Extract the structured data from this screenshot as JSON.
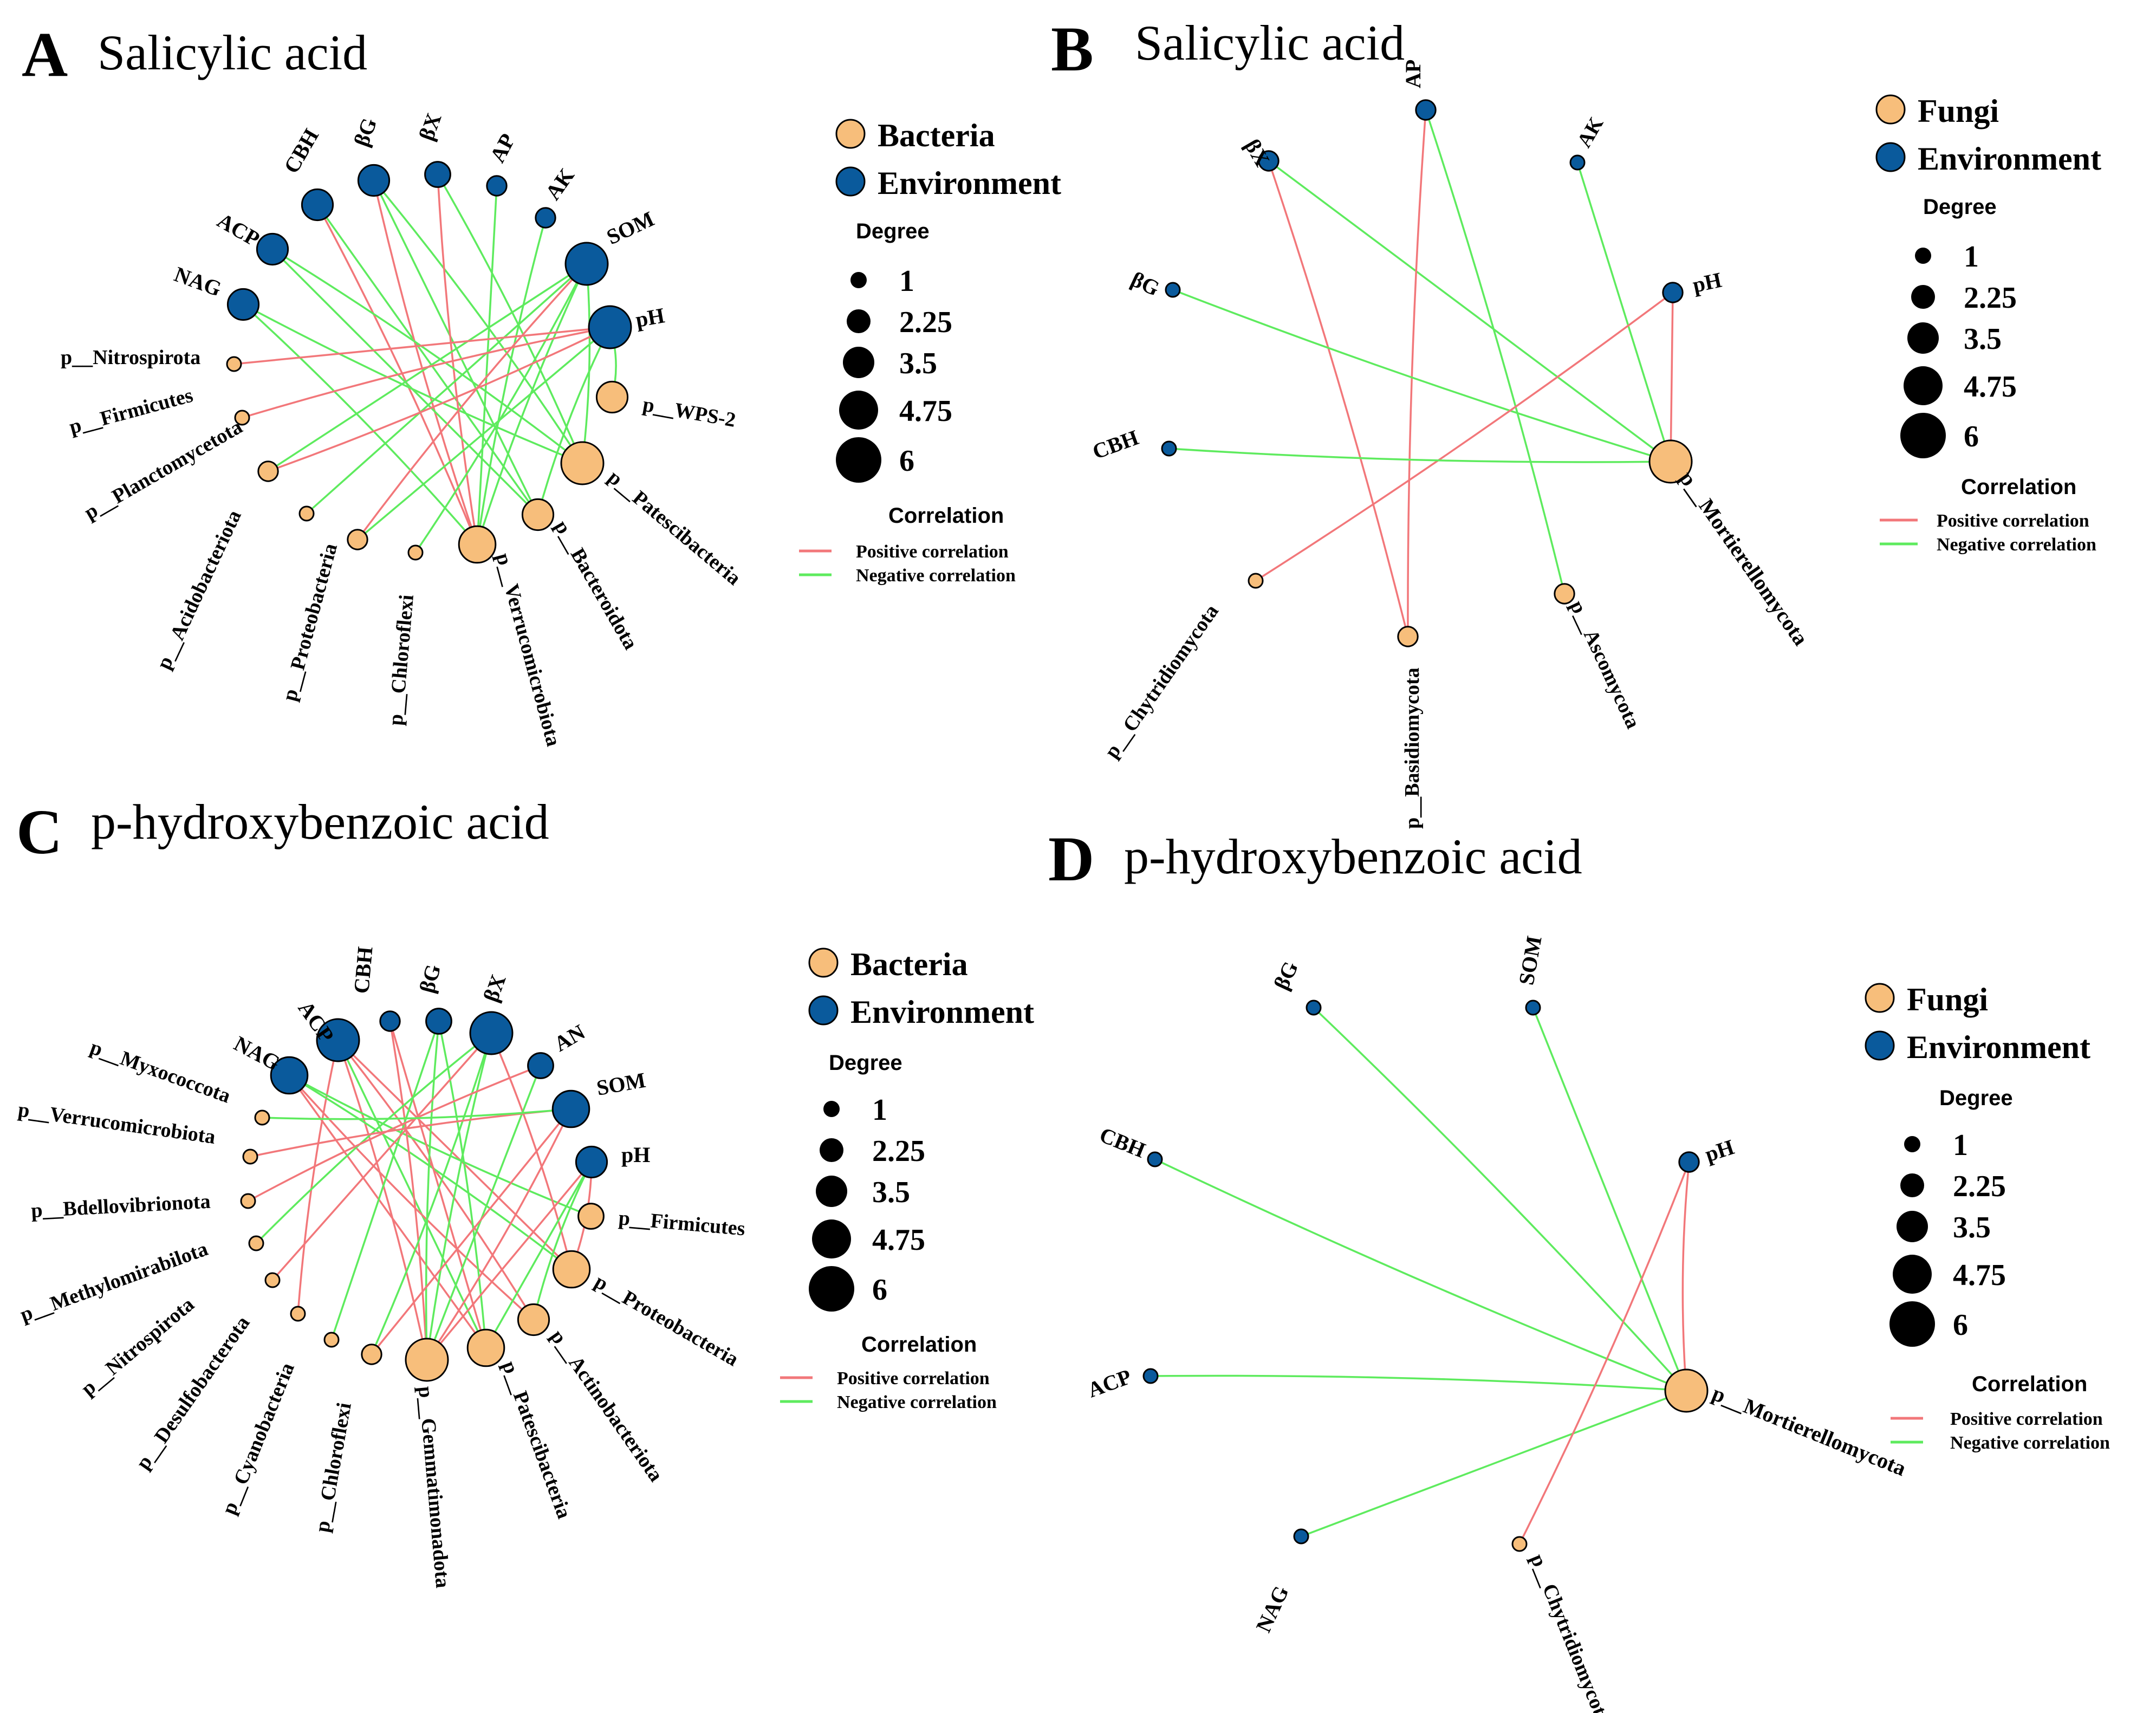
{
  "colors": {
    "bacteria": "#F7BE7B",
    "environment": "#0A5A9C",
    "positive": "#F2777A",
    "negative": "#5EEB5E",
    "degree_dot": "#000000"
  },
  "panels": [
    {
      "letter": "A",
      "title": "Salicylic acid",
      "legend": {
        "group1": "Bacteria",
        "group2": "Environment",
        "degree_title": "Degree",
        "degree_values": [
          "1",
          "2.25",
          "3.5",
          "4.75",
          "6"
        ],
        "correlation_title": "Correlation",
        "positive": "Positive correlation",
        "negative": "Negative correlation"
      },
      "nodes": [
        {
          "id": "CBH",
          "label": "CBH",
          "type": "env",
          "degree": 4
        },
        {
          "id": "bG",
          "label": "βG",
          "type": "env",
          "degree": 4
        },
        {
          "id": "bX",
          "label": "βX",
          "type": "env",
          "degree": 3
        },
        {
          "id": "AP",
          "label": "AP",
          "type": "env",
          "degree": 2
        },
        {
          "id": "AK",
          "label": "AK",
          "type": "env",
          "degree": 2
        },
        {
          "id": "SOM",
          "label": "SOM",
          "type": "env",
          "degree": 6
        },
        {
          "id": "pH",
          "label": "pH",
          "type": "env",
          "degree": 6
        },
        {
          "id": "ACP",
          "label": "ACP",
          "type": "env",
          "degree": 4
        },
        {
          "id": "NAG",
          "label": "NAG",
          "type": "env",
          "degree": 4
        },
        {
          "id": "Nitro",
          "label": "p__Nitrospirota",
          "type": "bac",
          "degree": 1
        },
        {
          "id": "Firm",
          "label": "p__Firmicutes",
          "type": "bac",
          "degree": 1
        },
        {
          "id": "Planc",
          "label": "p__Planctomycetota",
          "type": "bac",
          "degree": 2
        },
        {
          "id": "Acido",
          "label": "p__Acidobacteriota",
          "type": "bac",
          "degree": 1
        },
        {
          "id": "Proteo",
          "label": "p__Proteobacteria",
          "type": "bac",
          "degree": 2
        },
        {
          "id": "Chloro",
          "label": "p__Chloroflexi",
          "type": "bac",
          "degree": 1
        },
        {
          "id": "Verru",
          "label": "p__Verrucomicrobiota",
          "type": "bac",
          "degree": 5
        },
        {
          "id": "Bacter",
          "label": "p__Bacteroidota",
          "type": "bac",
          "degree": 4
        },
        {
          "id": "Patesc",
          "label": "p__Patescibacteria",
          "type": "bac",
          "degree": 6
        },
        {
          "id": "WPS2",
          "label": "p__WPS-2",
          "type": "bac",
          "degree": 4
        }
      ],
      "edges": [
        {
          "s": "CBH",
          "t": "Verru",
          "sign": "positive"
        },
        {
          "s": "CBH",
          "t": "Bacter",
          "sign": "negative"
        },
        {
          "s": "bG",
          "t": "Verru",
          "sign": "positive"
        },
        {
          "s": "bG",
          "t": "Patesc",
          "sign": "negative"
        },
        {
          "s": "bG",
          "t": "Bacter",
          "sign": "negative"
        },
        {
          "s": "bX",
          "t": "Verru",
          "sign": "positive"
        },
        {
          "s": "bX",
          "t": "Patesc",
          "sign": "negative"
        },
        {
          "s": "AP",
          "t": "Verru",
          "sign": "negative"
        },
        {
          "s": "AK",
          "t": "Verru",
          "sign": "negative"
        },
        {
          "s": "ACP",
          "t": "Patesc",
          "sign": "negative"
        },
        {
          "s": "ACP",
          "t": "Bacter",
          "sign": "negative"
        },
        {
          "s": "NAG",
          "t": "Patesc",
          "sign": "negative"
        },
        {
          "s": "NAG",
          "t": "Verru",
          "sign": "negative"
        },
        {
          "s": "SOM",
          "t": "Acido",
          "sign": "negative"
        },
        {
          "s": "SOM",
          "t": "Proteo",
          "sign": "positive"
        },
        {
          "s": "SOM",
          "t": "Chloro",
          "sign": "negative"
        },
        {
          "s": "SOM",
          "t": "Planc",
          "sign": "negative"
        },
        {
          "s": "SOM",
          "t": "Verru",
          "sign": "negative"
        },
        {
          "s": "SOM",
          "t": "Patesc",
          "sign": "negative"
        },
        {
          "s": "pH",
          "t": "Nitro",
          "sign": "positive"
        },
        {
          "s": "pH",
          "t": "Firm",
          "sign": "positive"
        },
        {
          "s": "pH",
          "t": "Planc",
          "sign": "positive"
        },
        {
          "s": "pH",
          "t": "Proteo",
          "sign": "negative"
        },
        {
          "s": "pH",
          "t": "Bacter",
          "sign": "negative"
        },
        {
          "s": "pH",
          "t": "WPS2",
          "sign": "negative"
        }
      ]
    },
    {
      "letter": "B",
      "title": "Salicylic acid",
      "legend": {
        "group1": "Fungi",
        "group2": "Environment",
        "degree_title": "Degree",
        "degree_values": [
          "1",
          "2.25",
          "3.5",
          "4.75",
          "6"
        ],
        "correlation_title": "Correlation",
        "positive": "Positive correlation",
        "negative": "Negative correlation"
      },
      "nodes": [
        {
          "id": "AP",
          "label": "AP",
          "type": "env",
          "degree": 2
        },
        {
          "id": "AK",
          "label": "AK",
          "type": "env",
          "degree": 1
        },
        {
          "id": "bX",
          "label": "βX",
          "type": "env",
          "degree": 2
        },
        {
          "id": "bG",
          "label": "βG",
          "type": "env",
          "degree": 1
        },
        {
          "id": "pH",
          "label": "pH",
          "type": "env",
          "degree": 2
        },
        {
          "id": "CBH",
          "label": "CBH",
          "type": "env",
          "degree": 1
        },
        {
          "id": "Mort",
          "label": "p__Mortierellomycota",
          "type": "bac",
          "degree": 6
        },
        {
          "id": "Asco",
          "label": "p__Ascomycota",
          "type": "bac",
          "degree": 2
        },
        {
          "id": "Basid",
          "label": "p__Basidiomycota",
          "type": "bac",
          "degree": 2
        },
        {
          "id": "Chytr",
          "label": "p__Chytridiomycota",
          "type": "bac",
          "degree": 1
        }
      ],
      "edges": [
        {
          "s": "bX",
          "t": "Basid",
          "sign": "positive"
        },
        {
          "s": "bX",
          "t": "Mort",
          "sign": "negative"
        },
        {
          "s": "AP",
          "t": "Basid",
          "sign": "positive"
        },
        {
          "s": "AP",
          "t": "Asco",
          "sign": "negative"
        },
        {
          "s": "AK",
          "t": "Mort",
          "sign": "negative"
        },
        {
          "s": "bG",
          "t": "Mort",
          "sign": "negative"
        },
        {
          "s": "pH",
          "t": "Chytr",
          "sign": "positive"
        },
        {
          "s": "pH",
          "t": "Mort",
          "sign": "positive"
        },
        {
          "s": "CBH",
          "t": "Mort",
          "sign": "negative"
        }
      ]
    },
    {
      "letter": "C",
      "title": "p-hydroxybenzoic acid",
      "legend": {
        "group1": "Bacteria",
        "group2": "Environment",
        "degree_title": "Degree",
        "degree_values": [
          "1",
          "2.25",
          "3.5",
          "4.75",
          "6"
        ],
        "correlation_title": "Correlation",
        "positive": "Positive correlation",
        "negative": "Negative correlation"
      },
      "nodes": [
        {
          "id": "NAG",
          "label": "NAG",
          "type": "env",
          "degree": 5
        },
        {
          "id": "ACP",
          "label": "ACP",
          "type": "env",
          "degree": 6
        },
        {
          "id": "CBH",
          "label": "CBH",
          "type": "env",
          "degree": 2
        },
        {
          "id": "bG",
          "label": "βG",
          "type": "env",
          "degree": 3
        },
        {
          "id": "bX",
          "label": "βX",
          "type": "env",
          "degree": 6
        },
        {
          "id": "AN",
          "label": "AN",
          "type": "env",
          "degree": 3
        },
        {
          "id": "SOM",
          "label": "SOM",
          "type": "env",
          "degree": 5
        },
        {
          "id": "pH",
          "label": "pH",
          "type": "env",
          "degree": 4
        },
        {
          "id": "Myxo",
          "label": "p__Myxococcota",
          "type": "bac",
          "degree": 1
        },
        {
          "id": "Verru",
          "label": "p__Verrucomicrobiota",
          "type": "bac",
          "degree": 1
        },
        {
          "id": "Bdello",
          "label": "p__Bdellovibrionota",
          "type": "bac",
          "degree": 1
        },
        {
          "id": "Methyl",
          "label": "p__Methylomirabilota",
          "type": "bac",
          "degree": 1
        },
        {
          "id": "Nitro",
          "label": "p__Nitrospirota",
          "type": "bac",
          "degree": 1
        },
        {
          "id": "Desulfo",
          "label": "p__Desulfobacterota",
          "type": "bac",
          "degree": 1
        },
        {
          "id": "Cyano",
          "label": "p__Cyanobacteria",
          "type": "bac",
          "degree": 1
        },
        {
          "id": "Chloro",
          "label": "p__Chloroflexi",
          "type": "bac",
          "degree": 2
        },
        {
          "id": "Gemma",
          "label": "p__Gemmatimonadota",
          "type": "bac",
          "degree": 6
        },
        {
          "id": "Patesc",
          "label": "p__Patescibacteria",
          "type": "bac",
          "degree": 5
        },
        {
          "id": "Actino",
          "label": "p__Actinobacteriota",
          "type": "bac",
          "degree": 4
        },
        {
          "id": "Proteo",
          "label": "p__Proteobacteria",
          "type": "bac",
          "degree": 5
        },
        {
          "id": "Firm",
          "label": "p__Firmicutes",
          "type": "bac",
          "degree": 3
        }
      ],
      "edges": [
        {
          "s": "ACP",
          "t": "Gemma",
          "sign": "positive"
        },
        {
          "s": "ACP",
          "t": "Proteo",
          "sign": "positive"
        },
        {
          "s": "ACP",
          "t": "Desulfo",
          "sign": "positive"
        },
        {
          "s": "ACP",
          "t": "Actino",
          "sign": "positive"
        },
        {
          "s": "ACP",
          "t": "Patesc",
          "sign": "negative"
        },
        {
          "s": "NAG",
          "t": "Actino",
          "sign": "positive"
        },
        {
          "s": "NAG",
          "t": "Proteo",
          "sign": "negative"
        },
        {
          "s": "NAG",
          "t": "Patesc",
          "sign": "positive"
        },
        {
          "s": "NAG",
          "t": "Firm",
          "sign": "negative"
        },
        {
          "s": "CBH",
          "t": "Gemma",
          "sign": "positive"
        },
        {
          "s": "CBH",
          "t": "Patesc",
          "sign": "positive"
        },
        {
          "s": "bG",
          "t": "Gemma",
          "sign": "negative"
        },
        {
          "s": "bG",
          "t": "Patesc",
          "sign": "negative"
        },
        {
          "s": "bG",
          "t": "Cyano",
          "sign": "negative"
        },
        {
          "s": "bX",
          "t": "Gemma",
          "sign": "negative"
        },
        {
          "s": "bX",
          "t": "Chloro",
          "sign": "negative"
        },
        {
          "s": "bX",
          "t": "Nitro",
          "sign": "positive"
        },
        {
          "s": "bX",
          "t": "Methyl",
          "sign": "negative"
        },
        {
          "s": "bX",
          "t": "Proteo",
          "sign": "positive"
        },
        {
          "s": "AN",
          "t": "Gemma",
          "sign": "negative"
        },
        {
          "s": "AN",
          "t": "Bdello",
          "sign": "positive"
        },
        {
          "s": "SOM",
          "t": "Gemma",
          "sign": "positive"
        },
        {
          "s": "SOM",
          "t": "Chloro",
          "sign": "positive"
        },
        {
          "s": "SOM",
          "t": "Verru",
          "sign": "positive"
        },
        {
          "s": "SOM",
          "t": "Myxo",
          "sign": "negative"
        },
        {
          "s": "pH",
          "t": "Gemma",
          "sign": "positive"
        },
        {
          "s": "pH",
          "t": "Actino",
          "sign": "negative"
        },
        {
          "s": "pH",
          "t": "Proteo",
          "sign": "positive"
        },
        {
          "s": "pH",
          "t": "Patesc",
          "sign": "negative"
        }
      ]
    },
    {
      "letter": "D",
      "title": "p-hydroxybenzoic acid",
      "legend": {
        "group1": "Fungi",
        "group2": "Environment",
        "degree_title": "Degree",
        "degree_values": [
          "1",
          "2.25",
          "3.5",
          "4.75",
          "6"
        ],
        "correlation_title": "Correlation",
        "positive": "Positive correlation",
        "negative": "Negative correlation"
      },
      "nodes": [
        {
          "id": "bG",
          "label": "βG",
          "type": "env",
          "degree": 1
        },
        {
          "id": "SOM",
          "label": "SOM",
          "type": "env",
          "degree": 1
        },
        {
          "id": "CBH",
          "label": "CBH",
          "type": "env",
          "degree": 1
        },
        {
          "id": "pH",
          "label": "pH",
          "type": "env",
          "degree": 2
        },
        {
          "id": "ACP",
          "label": "ACP",
          "type": "env",
          "degree": 1
        },
        {
          "id": "NAG",
          "label": "NAG",
          "type": "env",
          "degree": 1
        },
        {
          "id": "Mort",
          "label": "p__Mortierellomycota",
          "type": "bac",
          "degree": 6
        },
        {
          "id": "Chytr",
          "label": "p__Chytridiomycota",
          "type": "bac",
          "degree": 1
        }
      ],
      "edges": [
        {
          "s": "bG",
          "t": "Mort",
          "sign": "negative"
        },
        {
          "s": "SOM",
          "t": "Mort",
          "sign": "negative"
        },
        {
          "s": "CBH",
          "t": "Mort",
          "sign": "negative"
        },
        {
          "s": "ACP",
          "t": "Mort",
          "sign": "negative"
        },
        {
          "s": "NAG",
          "t": "Mort",
          "sign": "negative"
        },
        {
          "s": "pH",
          "t": "Mort",
          "sign": "positive"
        },
        {
          "s": "pH",
          "t": "Chytr",
          "sign": "positive"
        }
      ]
    }
  ]
}
